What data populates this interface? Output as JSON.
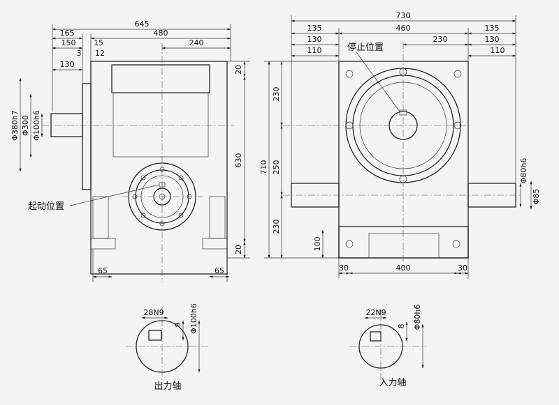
{
  "front_view": {
    "dims": {
      "overall_width": "645",
      "left_offset": "165",
      "body_width": "480",
      "half_width": "240",
      "flange_150": "150",
      "step_3": "3",
      "step_15": "15",
      "step_12": "12",
      "shaft_130": "130",
      "top_20": "20",
      "height_630": "630",
      "bottom_20": "20",
      "foot_left_65": "65",
      "foot_right_65": "65",
      "dia_380": "Φ380h7",
      "dia_300": "Φ300",
      "dia_100": "Φ100h6"
    },
    "label_start_position": "起动位置"
  },
  "side_view": {
    "dims": {
      "overall_width": "730",
      "left_135": "135",
      "width_460": "460",
      "right_135": "135",
      "left_130": "130",
      "half_230": "230",
      "right_130": "130",
      "left_110": "110",
      "right_110": "110",
      "height_710": "710",
      "upper_230": "230",
      "mid_250": "250",
      "lower_230": "230",
      "foot_100": "100",
      "base_30_left": "30",
      "base_400": "400",
      "base_30_right": "30",
      "dia_80": "Φ80h6",
      "dia_85": "Φ85"
    },
    "label_stop_position": "停止位置"
  },
  "output_shaft": {
    "keyway": "28N9",
    "depth": "9",
    "diameter": "Φ100h6",
    "caption": "出力轴"
  },
  "input_shaft": {
    "keyway": "22N9",
    "depth": "8",
    "diameter": "Φ80h6",
    "caption": "入力轴"
  }
}
